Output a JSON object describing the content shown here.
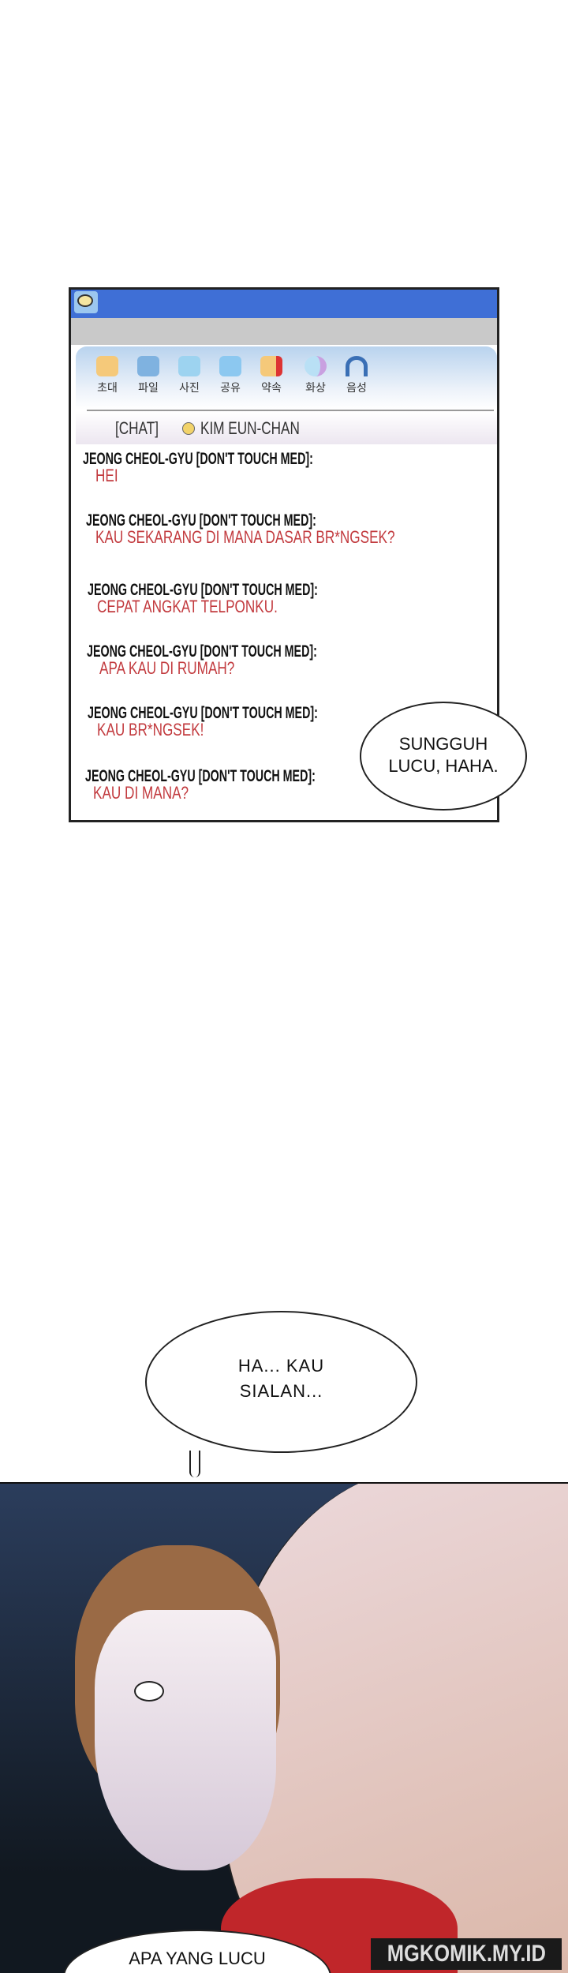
{
  "chat_window": {
    "toolbar": [
      {
        "label": "초대",
        "icon": "invite-icon",
        "color": "#f5c97a"
      },
      {
        "label": "파일",
        "icon": "file-icon",
        "color": "#7fb2e0"
      },
      {
        "label": "사진",
        "icon": "photo-icon",
        "color": "#9dd3f0"
      },
      {
        "label": "공유",
        "icon": "share-icon",
        "color": "#8cc8f0"
      },
      {
        "label": "약속",
        "icon": "appointment-icon",
        "color": "#f5c97a"
      },
      {
        "label": "화상",
        "icon": "video-icon",
        "color": "#b9e0f5"
      },
      {
        "label": "음성",
        "icon": "voice-headset-icon",
        "color": "#3a6fb5"
      }
    ],
    "header": {
      "tag": "[CHAT]",
      "contact": "KIM EUN-CHAN"
    },
    "messages": [
      {
        "sender": "JEONG CHEOL-GYU [DON'T TOUCH MED]:",
        "text": "HEI"
      },
      {
        "sender": "JEONG CHEOL-GYU [DON'T TOUCH MED]:",
        "text": "KAU SEKARANG DI MANA DASAR BR*NGSEK?"
      },
      {
        "sender": "JEONG CHEOL-GYU [DON'T TOUCH MED]:",
        "text": "CEPAT ANGKAT TELPONKU."
      },
      {
        "sender": "JEONG CHEOL-GYU [DON'T TOUCH MED]:",
        "text": "APA KAU DI RUMAH?"
      },
      {
        "sender": "JEONG CHEOL-GYU [DON'T TOUCH MED]:",
        "text": "KAU BR*NGSEK!"
      },
      {
        "sender": "JEONG CHEOL-GYU [DON'T TOUCH MED]:",
        "text": "KAU DI MANA?"
      }
    ],
    "colors": {
      "titlebar": "#3f6fd6",
      "message": "#c23a3e"
    }
  },
  "bubbles": {
    "b1_line1": "SUNGGUH",
    "b1_line2": "LUCU, HAHA.",
    "b2_line1": "HA... KAU",
    "b2_line2": "SIALAN...",
    "b3": "APA YANG LUCU"
  },
  "watermark": "MGKOMIK.MY.ID"
}
